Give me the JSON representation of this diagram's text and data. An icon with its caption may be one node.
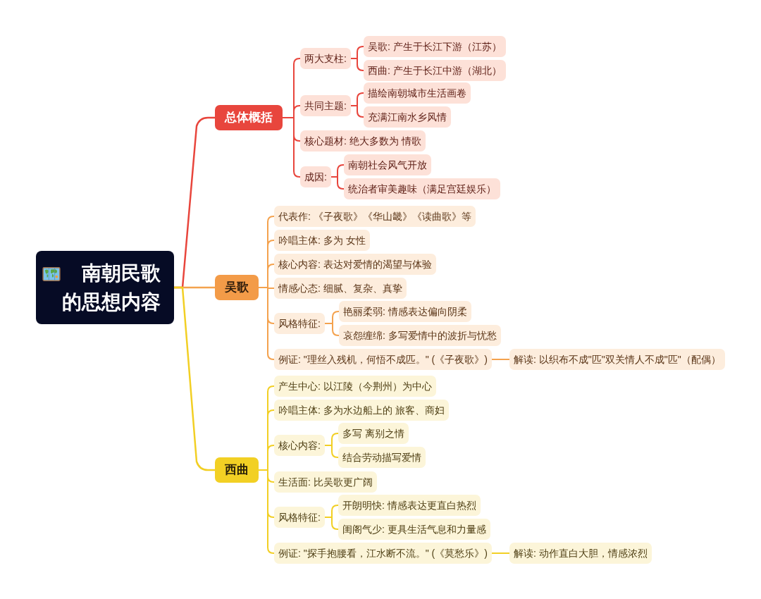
{
  "diagram": {
    "nodes": [
      {
        "text": [
          "南朝民歌的思想内容"
        ]
      },
      {
        "text": [
          "总体概括"
        ]
      },
      {
        "text": [
          "两大支柱:"
        ]
      },
      {
        "text": [
          "吴歌: 产生于长江下游（江苏）"
        ]
      },
      {
        "text": [
          "西曲: 产生于长江中游（湖北）"
        ]
      },
      {
        "text": [
          "共同主题:"
        ]
      },
      {
        "text": [
          "描绘南朝城市生活画卷"
        ]
      },
      {
        "text": [
          "充满江南水乡风情"
        ]
      },
      {
        "text": [
          "核心题材: 绝大多数为 情歌"
        ]
      },
      {
        "text": [
          "成因:"
        ]
      },
      {
        "text": [
          "南朝社会风气开放"
        ]
      },
      {
        "text": [
          "统治者审美趣味（满足宫廷娱乐）"
        ]
      },
      {
        "text": [
          "吴歌"
        ]
      },
      {
        "text": [
          "代表作: 《子夜歌》《华山畿》《读曲歌》等"
        ]
      },
      {
        "text": [
          "吟唱主体: 多为 女性"
        ]
      },
      {
        "text": [
          "核心内容: 表达对爱情的渴望与体验"
        ]
      },
      {
        "text": [
          "情感心态: 细腻、复杂、真挚"
        ]
      },
      {
        "text": [
          "风格特征:"
        ]
      },
      {
        "text": [
          "艳丽柔弱: 情感表达偏向阴柔"
        ]
      },
      {
        "text": [
          "哀怨缠绵: 多写爱情中的波折与忧愁"
        ]
      },
      {
        "text": [
          "例证: \"理丝入残机，何悟不成匹。\" (《子夜歌》)"
        ]
      },
      {
        "text": [
          "解读: 以织布不成\"匹\"双关情人不成\"匹\"（配偶）"
        ]
      },
      {
        "text": [
          "西曲"
        ]
      },
      {
        "text": [
          "产生中心: 以江陵（今荆州）为中心"
        ]
      },
      {
        "text": [
          "吟唱主体: 多为水边船上的 旅客、商妇"
        ]
      },
      {
        "text": [
          "核心内容:"
        ]
      },
      {
        "text": [
          "多写 离别之情"
        ]
      },
      {
        "text": [
          "结合劳动描写爱情"
        ]
      },
      {
        "text": [
          "生活面: 比吴歌更广阔"
        ]
      },
      {
        "text": [
          "风格特征:"
        ]
      },
      {
        "text": [
          "开朗明快: 情感表达更直白热烈"
        ]
      },
      {
        "text": [
          "闺阁气少: 更具生活气息和力量感"
        ]
      },
      {
        "text": [
          "例证: \"探手抱腰看，江水断不流。\" (《莫愁乐》)"
        ]
      },
      {
        "text": [
          "解读: 动作直白大胆，情感浓烈"
        ]
      }
    ],
    "edges": [
      {
        "from": 0,
        "to": 1,
        "arrow": "none",
        "color": "#e8453c"
      },
      {
        "from": 1,
        "to": 2,
        "arrow": "none",
        "color": "#e8453c"
      },
      {
        "from": 2,
        "to": 3,
        "arrow": "none",
        "color": "#e8453c"
      },
      {
        "from": 2,
        "to": 4,
        "arrow": "none",
        "color": "#e8453c"
      },
      {
        "from": 1,
        "to": 5,
        "arrow": "none",
        "color": "#e8453c"
      },
      {
        "from": 5,
        "to": 6,
        "arrow": "none",
        "color": "#e8453c"
      },
      {
        "from": 5,
        "to": 7,
        "arrow": "none",
        "color": "#e8453c"
      },
      {
        "from": 1,
        "to": 8,
        "arrow": "none",
        "color": "#e8453c"
      },
      {
        "from": 1,
        "to": 9,
        "arrow": "none",
        "color": "#e8453c"
      },
      {
        "from": 9,
        "to": 10,
        "arrow": "none",
        "color": "#e8453c"
      },
      {
        "from": 9,
        "to": 11,
        "arrow": "none",
        "color": "#e8453c"
      },
      {
        "from": 0,
        "to": 12,
        "arrow": "none",
        "color": "#f4a24e"
      },
      {
        "from": 12,
        "to": 13,
        "arrow": "none",
        "color": "#f4a24e"
      },
      {
        "from": 12,
        "to": 14,
        "arrow": "none",
        "color": "#f4a24e"
      },
      {
        "from": 12,
        "to": 15,
        "arrow": "none",
        "color": "#f4a24e"
      },
      {
        "from": 12,
        "to": 16,
        "arrow": "none",
        "color": "#f4a24e"
      },
      {
        "from": 12,
        "to": 17,
        "arrow": "none",
        "color": "#f4a24e"
      },
      {
        "from": 17,
        "to": 18,
        "arrow": "none",
        "color": "#f4a24e"
      },
      {
        "from": 17,
        "to": 19,
        "arrow": "none",
        "color": "#f4a24e"
      },
      {
        "from": 12,
        "to": 20,
        "arrow": "none",
        "color": "#f4a24e"
      },
      {
        "from": 20,
        "to": 21,
        "arrow": "none",
        "color": "#f4a24e"
      },
      {
        "from": 0,
        "to": 22,
        "arrow": "none"
      },
      {
        "from": 22,
        "to": 23,
        "arrow": "none"
      },
      {
        "from": 22,
        "to": 24,
        "arrow": "none"
      },
      {
        "from": 22,
        "to": 25,
        "arrow": "none"
      },
      {
        "from": 25,
        "to": 26,
        "arrow": "none"
      },
      {
        "from": 25,
        "to": 27,
        "arrow": "none"
      },
      {
        "from": 22,
        "to": 28,
        "arrow": "none"
      },
      {
        "from": 22,
        "to": 29,
        "arrow": "none"
      },
      {
        "from": 29,
        "to": 30,
        "arrow": "none"
      },
      {
        "from": 29,
        "to": 31,
        "arrow": "none"
      },
      {
        "from": 22,
        "to": 32,
        "arrow": "none"
      },
      {
        "from": 32,
        "to": 33,
        "arrow": "none"
      }
    ]
  }
}
